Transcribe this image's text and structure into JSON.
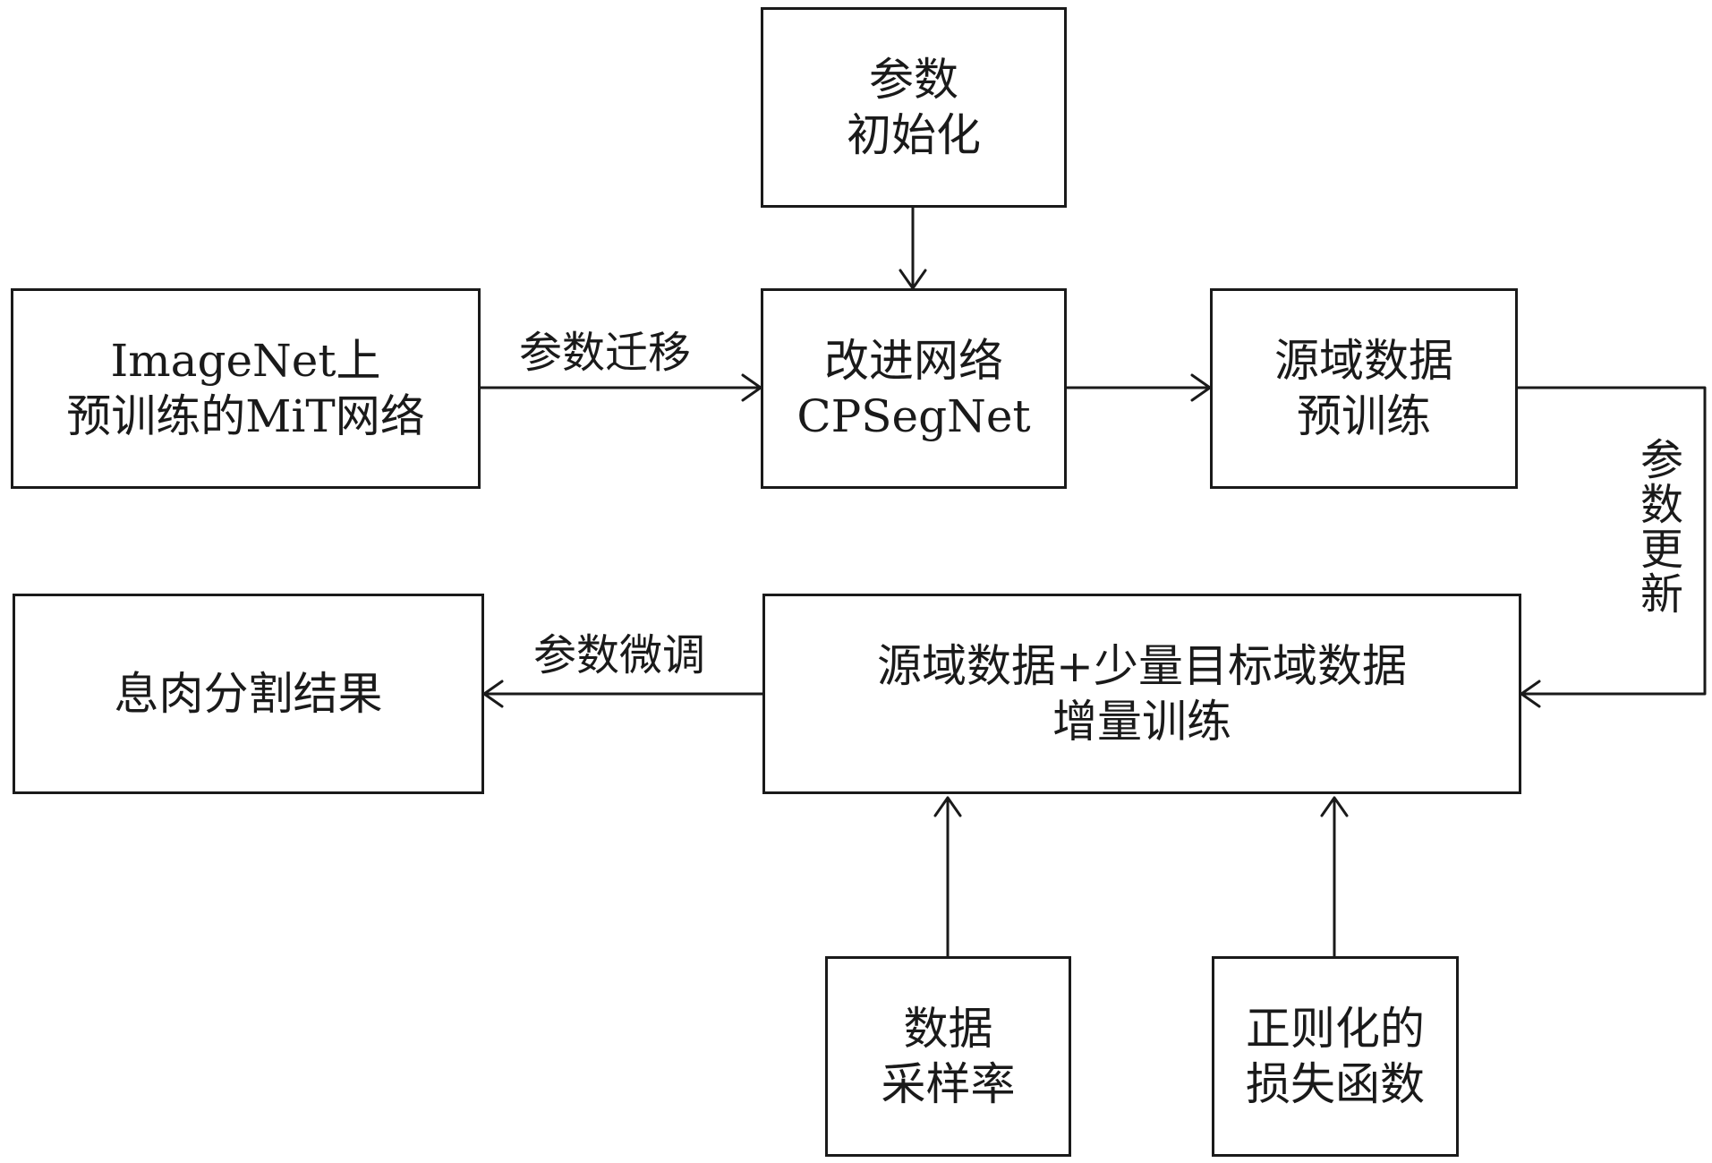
{
  "nodes": {
    "param_init": {
      "lines": [
        "参数",
        "初始化"
      ]
    },
    "imagenet_mit": {
      "lines": [
        "ImageNet上",
        "预训练的MiT网络"
      ]
    },
    "cpsegnet": {
      "lines": [
        "改进网络",
        "CPSegNet"
      ]
    },
    "source_pretrain": {
      "lines": [
        "源域数据",
        "预训练"
      ]
    },
    "polyp_result": {
      "lines": [
        "息肉分割结果"
      ]
    },
    "incremental": {
      "lines": [
        "源域数据+少量目标域数据",
        "增量训练"
      ]
    },
    "sampling_rate": {
      "lines": [
        "数据",
        "采样率"
      ]
    },
    "reg_loss": {
      "lines": [
        "正则化的",
        "损失函数"
      ]
    }
  },
  "edges": {
    "transfer": "参数迁移",
    "update": "参数更新",
    "finetune": "参数微调"
  }
}
